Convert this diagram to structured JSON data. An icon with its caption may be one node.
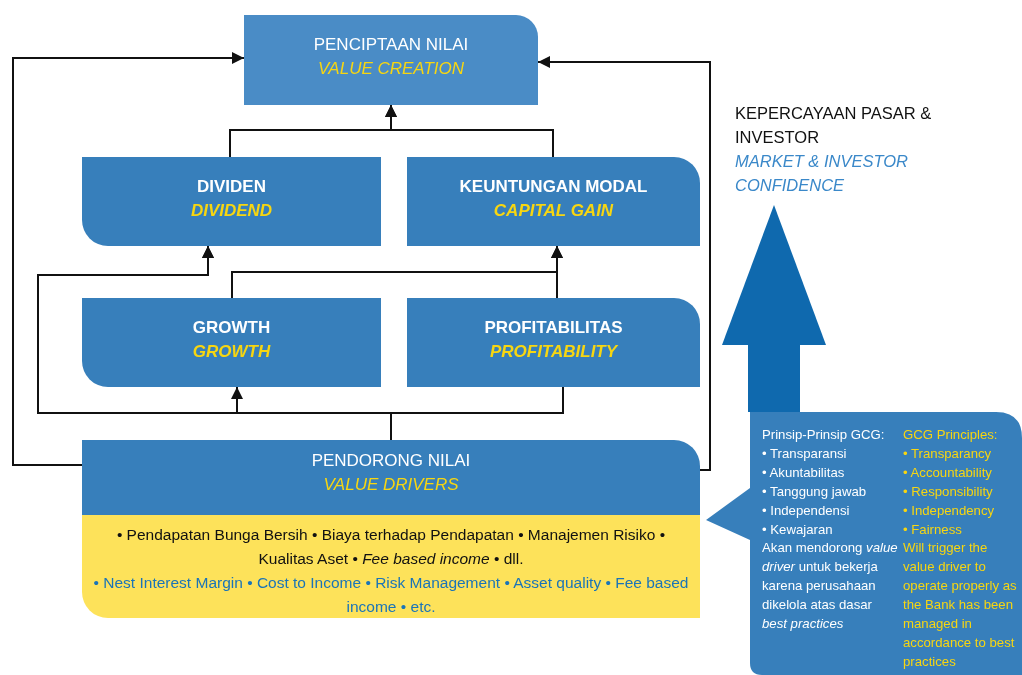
{
  "diagram": {
    "nodes": [
      {
        "text": [
          "PENCIPTAAN NILAI",
          "VALUE CREATION"
        ]
      },
      {
        "text": [
          "DIVIDEN",
          "DIVIDEND"
        ]
      },
      {
        "text": [
          "KEUNTUNGAN MODAL",
          "CAPITAL GAIN"
        ]
      },
      {
        "text": [
          "GROWTH",
          "GROWTH"
        ]
      },
      {
        "text": [
          "PROFITABILITAS",
          "PROFITABILITY"
        ]
      },
      {
        "text": [
          "PENDORONG NILAI",
          "VALUE DRIVERS",
          "• Pendapatan Bunga Bersih • Biaya terhadap Pendapatan • Manajemen Risiko • Kualitas Aset • *Fee based income* • dll.",
          "• Nest Interest Margin • Cost to Income • Risk Management • Asset quality • Fee based income • etc."
        ]
      },
      {
        "text": [
          "KEPERCAYAAN PASAR & INVESTOR",
          "MARKET & INVESTOR CONFIDENCE"
        ]
      },
      {
        "text": [
          "Prinsip-Prinsip GCG:",
          "• Transparansi",
          "• Akuntabilitas",
          "• Tanggung jawab",
          "• Independensi",
          "• Kewajaran",
          "Akan mendorong *value driver* untuk bekerja karena perusahaan dikelola atas dasar *best practices*",
          "GCG Principles:",
          "• Transparancy",
          "• Accountability",
          "• Responsibility",
          "• Independency",
          "• Fairness",
          "Will trigger the value driver to operate properly as the Bank has been managed in accordance to best practices"
        ]
      }
    ],
    "edges": [
      {
        "from": 1,
        "to": 0,
        "arrow": "to"
      },
      {
        "from": 2,
        "to": 0,
        "arrow": "to"
      },
      {
        "from": 5,
        "to": 3,
        "arrow": "to"
      },
      {
        "from": 5,
        "to": 1,
        "arrow": "to"
      },
      {
        "from": 4,
        "to": 1,
        "arrow": "to"
      },
      {
        "from": 3,
        "to": 2,
        "arrow": "to"
      },
      {
        "from": 4,
        "to": 2,
        "arrow": "to"
      },
      {
        "from": 5,
        "to": 0,
        "arrow": "to"
      },
      {
        "from": 5,
        "to": 0,
        "arrow": "to"
      },
      {
        "from": 7,
        "to": 6,
        "arrow": "to",
        "style": "thick",
        "color": "#0f69ae"
      }
    ]
  }
}
